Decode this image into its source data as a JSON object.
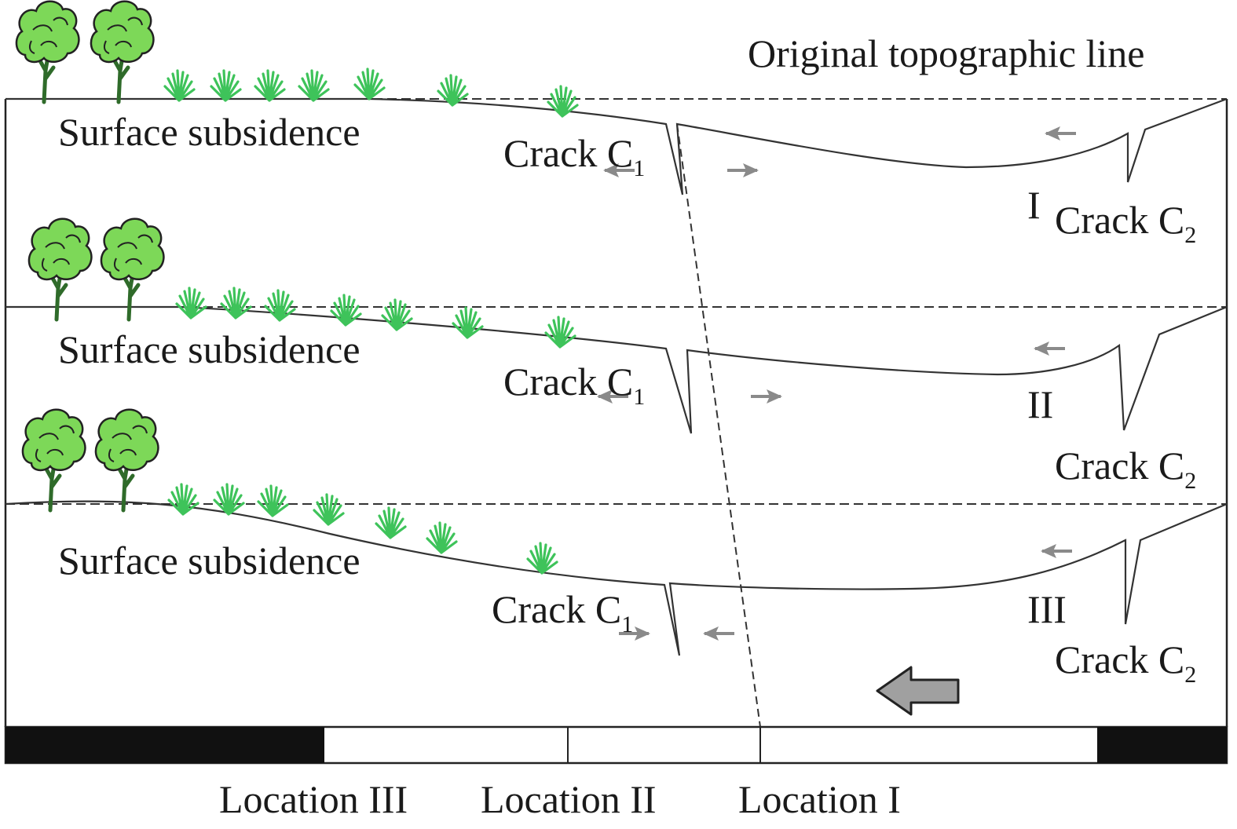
{
  "title": "Original topographic line",
  "panels": [
    {
      "id": "I",
      "numeral": "I",
      "subsidence_label": "Surface subsidence",
      "crack1_label": "Crack C",
      "crack1_sub": "1",
      "crack2_label": "Crack C",
      "crack2_sub": "2"
    },
    {
      "id": "II",
      "numeral": "II",
      "subsidence_label": "Surface subsidence",
      "crack1_label": "Crack C",
      "crack1_sub": "1",
      "crack2_label": "Crack C",
      "crack2_sub": "2"
    },
    {
      "id": "III",
      "numeral": "III",
      "subsidence_label": "Surface subsidence",
      "crack1_label": "Crack C",
      "crack1_sub": "1",
      "crack2_label": "Crack C",
      "crack2_sub": "2"
    }
  ],
  "locations": [
    "Location III",
    "Location II",
    "Location I"
  ],
  "advance_direction": "left",
  "colors": {
    "tree": "#7dd858",
    "grass": "#3ec35a",
    "line": "#333333",
    "arrow": "#8a8a8a",
    "bar": "#111111",
    "block_arrow": "#a0a0a0"
  }
}
